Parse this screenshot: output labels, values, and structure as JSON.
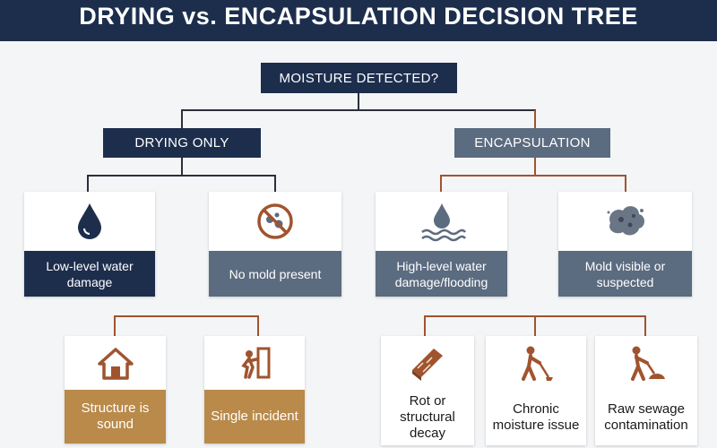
{
  "title": "DRYING vs. ENCAPSULATION DECISION TREE",
  "root": "MOISTURE DETECTED?",
  "branches": {
    "left": "DRYING ONLY",
    "right": "ENCAPSULATION"
  },
  "conditions": [
    {
      "label": "Low-level water damage",
      "icon": "water-drop-icon"
    },
    {
      "label": "No mold present",
      "icon": "no-mold-icon"
    },
    {
      "label": "High-level water damage/flooding",
      "icon": "flood-icon"
    },
    {
      "label": "Mold visible or suspected",
      "icon": "mold-icon"
    }
  ],
  "outcomes": [
    {
      "label": "Structure is sound",
      "icon": "house-icon"
    },
    {
      "label": "Single incident",
      "icon": "person-door-icon"
    },
    {
      "label": "Rot or structural decay",
      "icon": "rotten-wood-icon"
    },
    {
      "label": "Chronic moisture issue",
      "icon": "worker-shovel-icon"
    },
    {
      "label": "Raw sewage contamination",
      "icon": "worker-sewage-icon"
    }
  ],
  "colors": {
    "navy": "#1d2e4d",
    "slate": "#5b6b80",
    "gold": "#b98a4a",
    "connector_dark": "#2a2f3a",
    "connector_brown": "#a0542e"
  }
}
